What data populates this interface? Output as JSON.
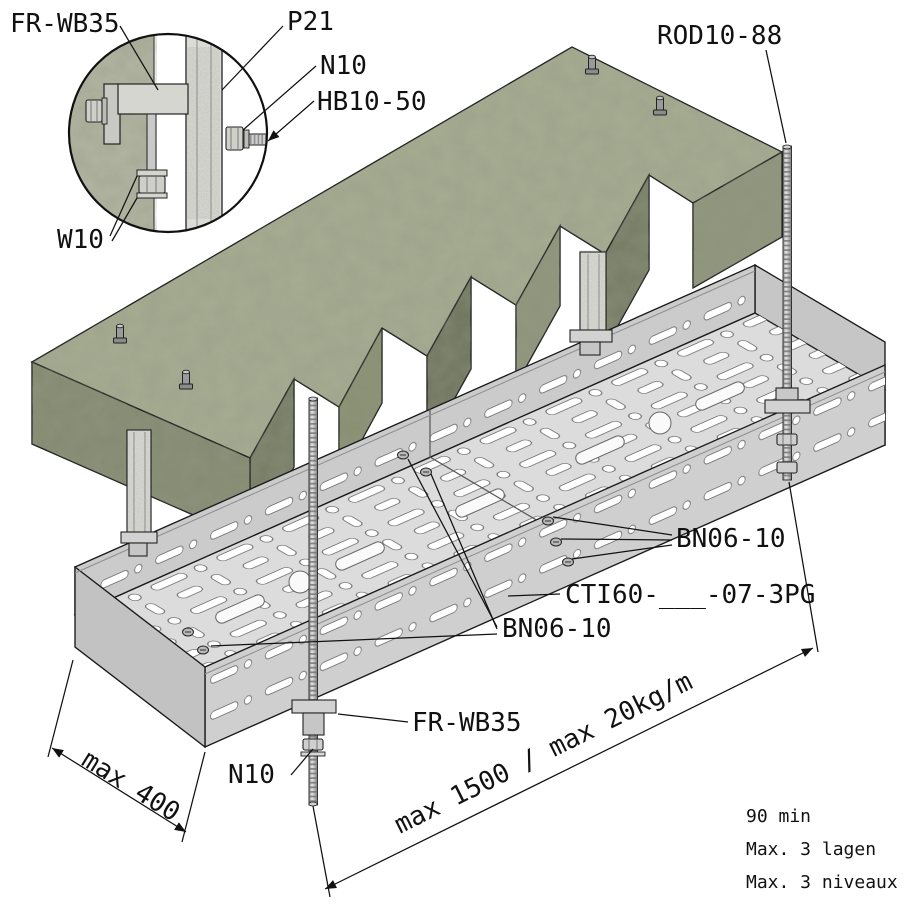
{
  "detail": {
    "fr_wb35": "FR-WB35",
    "p21": "P21",
    "n10": "N10",
    "hb10_50": "HB10-50",
    "w10": "W10"
  },
  "labels": {
    "rod": "ROD10-88",
    "bn06_right": "BN06-10",
    "tray_type": "CTI60-___-07-3PG",
    "bn06_left": "BN06-10",
    "bracket": "FR-WB35",
    "nut": "N10"
  },
  "dimensions": {
    "width": "max 400",
    "length": "max 1500 / max 20kg/m"
  },
  "notes": [
    "90 min",
    "Max. 3 lagen",
    "Max. 3 niveaux"
  ],
  "colors": {
    "concrete": "#a7ad92",
    "concrete_dark": "#767c64",
    "steel_light": "#dcdcdc",
    "line": "#111111",
    "background": "#ffffff"
  }
}
